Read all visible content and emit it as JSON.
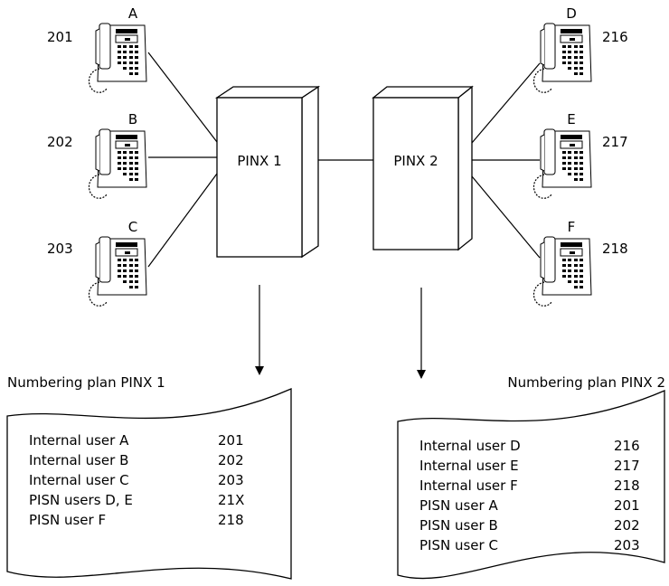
{
  "pinx1": {
    "label": "PINX 1"
  },
  "pinx2": {
    "label": "PINX 2"
  },
  "phones": [
    {
      "letter": "A",
      "number": "201"
    },
    {
      "letter": "B",
      "number": "202"
    },
    {
      "letter": "C",
      "number": "203"
    },
    {
      "letter": "D",
      "number": "216"
    },
    {
      "letter": "E",
      "number": "217"
    },
    {
      "letter": "F",
      "number": "218"
    }
  ],
  "plan1": {
    "title": "Numbering plan PINX 1",
    "rows": [
      {
        "label": "Internal user A",
        "value": "201"
      },
      {
        "label": "Internal user B",
        "value": "202"
      },
      {
        "label": "Internal user C",
        "value": "203"
      },
      {
        "label": "PISN users D, E",
        "value": "21X"
      },
      {
        "label": "PISN user F",
        "value": "218"
      }
    ]
  },
  "plan2": {
    "title": "Numbering plan PINX 2",
    "rows": [
      {
        "label": "Internal user D",
        "value": "216"
      },
      {
        "label": "Internal user E",
        "value": "217"
      },
      {
        "label": "Internal user F",
        "value": "218"
      },
      {
        "label": "PISN user A",
        "value": "201"
      },
      {
        "label": "PISN user B",
        "value": "202"
      },
      {
        "label": "PISN user C",
        "value": "203"
      }
    ]
  }
}
